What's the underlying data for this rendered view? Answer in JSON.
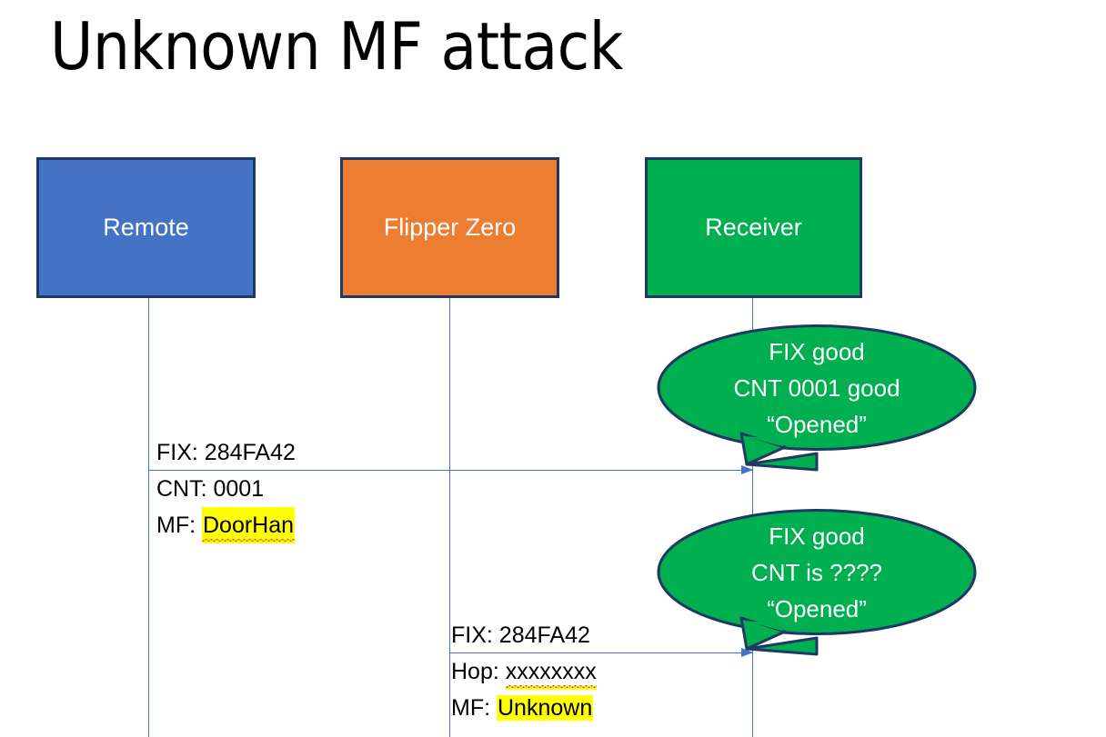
{
  "slide": {
    "title": "Unknown MF attack",
    "background": "#FFFFFF"
  },
  "colors": {
    "remote_fill": "#4472C4",
    "flipper_fill": "#ED7D31",
    "receiver_fill": "#00AF50",
    "box_border": "#1F3864",
    "lifeline": "#4472C4",
    "arrow": "#4472C4",
    "highlight": "#FFFF00",
    "spellcheck_underline": "#E03C31",
    "callout_fill": "#00AF50",
    "callout_border": "#1F3864",
    "text_dark": "#000000",
    "text_light": "#FFFFFF"
  },
  "actors": [
    {
      "id": "remote",
      "label": "Remote"
    },
    {
      "id": "flipper",
      "label": "Flipper Zero"
    },
    {
      "id": "receiver",
      "label": "Receiver"
    }
  ],
  "messages": [
    {
      "id": "msg-1",
      "from": "remote",
      "to": "receiver",
      "lines": [
        {
          "label": "FIX: ",
          "value": "284FA42",
          "highlight": false,
          "spellcheck_error": false
        },
        {
          "label": "CNT: ",
          "value": "0001",
          "highlight": false,
          "spellcheck_error": false
        },
        {
          "label": "MF: ",
          "value": "DoorHan",
          "highlight": true,
          "spellcheck_error": true
        }
      ]
    },
    {
      "id": "msg-2",
      "from": "flipper",
      "to": "receiver",
      "lines": [
        {
          "label": "FIX: ",
          "value": "284FA42",
          "highlight": false,
          "spellcheck_error": false
        },
        {
          "label": "Hop: ",
          "value": "xxxxxxxx",
          "highlight": false,
          "spellcheck_error": true
        },
        {
          "label": "MF: ",
          "value": "Unknown",
          "highlight": true,
          "spellcheck_error": false
        }
      ]
    }
  ],
  "callouts": [
    {
      "id": "callout-1",
      "owner": "receiver",
      "lines": [
        "FIX good",
        "CNT 0001 good",
        "“Opened”"
      ]
    },
    {
      "id": "callout-2",
      "owner": "receiver",
      "lines": [
        "FIX good",
        "CNT is ????",
        "“Opened”"
      ]
    }
  ]
}
